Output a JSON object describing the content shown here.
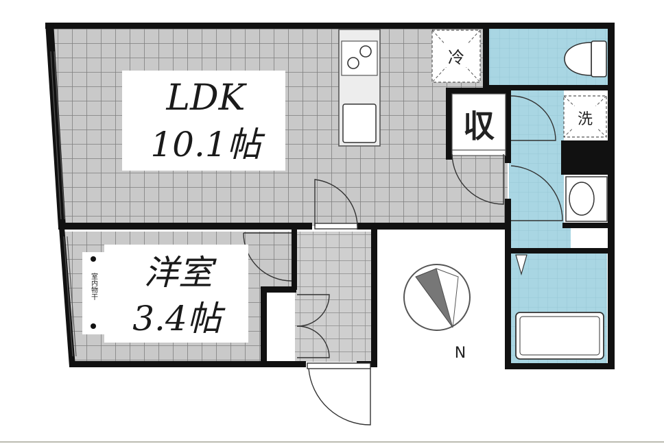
{
  "rooms": {
    "ldk": {
      "name": "LDK",
      "size": "10.1帖"
    },
    "western": {
      "name": "洋室",
      "size": "3.4帖"
    }
  },
  "labels": {
    "fridge": "冷",
    "storage": "収",
    "washer": "洗",
    "indoor_drying": "室内物干"
  },
  "compass": {
    "north": "N"
  },
  "colors": {
    "tile": "#c8c8c8",
    "tile_grid": "#8a8a8a",
    "wet_area": "#a9d6e3",
    "wall": "#111111"
  }
}
